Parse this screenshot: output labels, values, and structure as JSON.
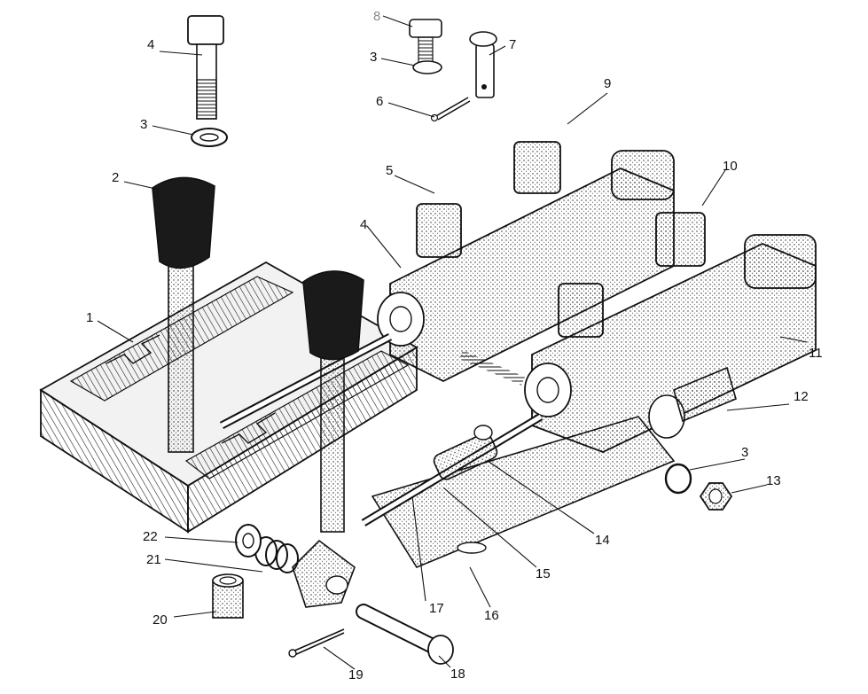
{
  "diagram": {
    "parts": [
      {
        "id": "1",
        "text": "1"
      },
      {
        "id": "2",
        "text": "2"
      },
      {
        "id": "3a",
        "text": "3"
      },
      {
        "id": "3b",
        "text": "3"
      },
      {
        "id": "3c",
        "text": "3"
      },
      {
        "id": "4a",
        "text": "4"
      },
      {
        "id": "4b",
        "text": "4"
      },
      {
        "id": "5",
        "text": "5"
      },
      {
        "id": "6",
        "text": "6"
      },
      {
        "id": "7",
        "text": "7"
      },
      {
        "id": "8",
        "text": "8",
        "faint": true
      },
      {
        "id": "9",
        "text": "9"
      },
      {
        "id": "10",
        "text": "10"
      },
      {
        "id": "11",
        "text": "11"
      },
      {
        "id": "12",
        "text": "12"
      },
      {
        "id": "13",
        "text": "13"
      },
      {
        "id": "14",
        "text": "14"
      },
      {
        "id": "15",
        "text": "15"
      },
      {
        "id": "16",
        "text": "16"
      },
      {
        "id": "17",
        "text": "17"
      },
      {
        "id": "18",
        "text": "18"
      },
      {
        "id": "19",
        "text": "19"
      },
      {
        "id": "20",
        "text": "20"
      },
      {
        "id": "21",
        "text": "21"
      },
      {
        "id": "22",
        "text": "22"
      }
    ],
    "colors": {
      "ink": "#111111",
      "paper": "#ffffff",
      "knob": "#1a1a1a",
      "shade": "#d9d9d9",
      "faint_label": "#8a8a8a"
    }
  }
}
